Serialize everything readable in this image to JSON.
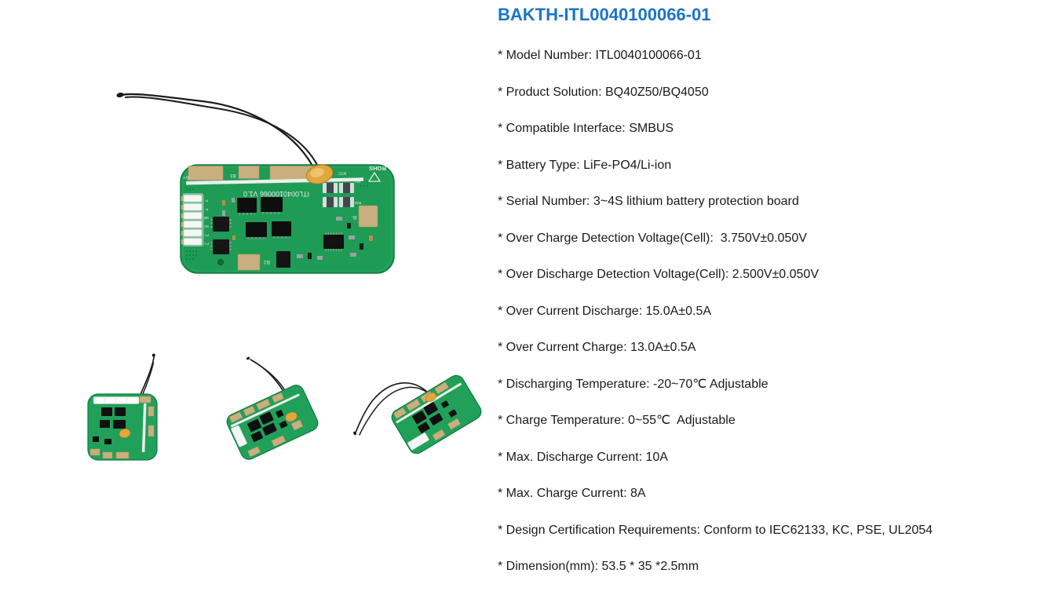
{
  "product": {
    "title": "BAKTH-ITL0040100066-01"
  },
  "specs": [
    "* Model Number: ITL0040100066-01",
    "* Product Solution: BQ40Z50/BQ4050",
    "* Compatible Interface: SMBUS",
    "* Battery Type: LiFe-PO4/Li-ion",
    "* Serial Number: 3~4S lithium battery protection board",
    "* Over Charge Detection Voltage(Cell):  3.750V±0.050V",
    "* Over Discharge Detection Voltage(Cell): 2.500V±0.050V",
    "* Over Current Discharge: 15.0A±0.5A",
    "* Over Current Charge: 13.0A±0.5A",
    "* Discharging Temperature: -20~70℃ Adjustable",
    "* Charge Temperature: 0~55℃  Adjustable",
    "* Max. Discharge Current: 10A",
    "* Max. Charge Current: 8A",
    "* Design Certification Requirements: Conform to IEC62133, KC, PSE, UL2054",
    "* Dimension(mm): 53.5 * 35 *2.5mm"
  ],
  "board": {
    "part_number": "ITL0040100066 V1.0",
    "rohs": "ROHS",
    "ntc": "NTC",
    "pads": {
      "b_plus": "B+",
      "b1": "B1",
      "b2": "B2",
      "b3": "B3",
      "b_minus": "B-"
    },
    "connector_pins": {
      "p1": "P-",
      "p2": "P-",
      "p3": "SB",
      "p4": "SC",
      "p5": "P+",
      "p6": "P+"
    },
    "sense_resistors": {
      "rs1": "RS1",
      "rs2": "RS2"
    }
  },
  "colors": {
    "title_blue": "#1B74C6",
    "body_text": "#1A1A1A",
    "pcb_green": "#1E9B55",
    "copper_pad": "#C9AE7F",
    "glue_orange": "#E2A83D",
    "wire_black": "#1E1E1E"
  }
}
